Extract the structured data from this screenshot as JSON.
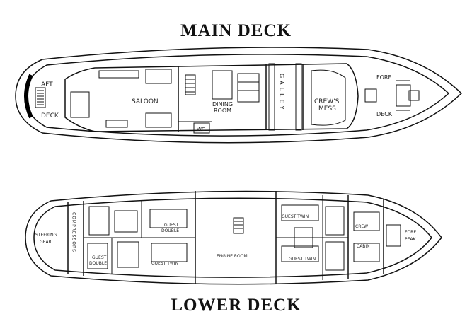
{
  "main_deck": {
    "title": "MAIN DECK",
    "labels": {
      "aft": "AFT",
      "aft_deck": "DECK",
      "saloon": "SALOON",
      "dining_1": "DINING",
      "dining_2": "ROOM",
      "galley": "GALLEY",
      "crews_1": "CREW'S",
      "crews_2": "MESS",
      "fore": "FORE",
      "fore_deck": "DECK",
      "wc": "WC"
    }
  },
  "lower_deck": {
    "title": "LOWER DECK",
    "labels": {
      "steering_1": "STEERING",
      "steering_2": "GEAR",
      "compressors": "COMPRESSORS",
      "guest_double_top_1": "GUEST",
      "guest_double_top_2": "DOUBLE",
      "guest_double_bottom_1": "GUEST",
      "guest_double_bottom_2": "DOUBLE",
      "guest_twin_left": "GUEST TWIN",
      "engine_room": "ENGINE ROOM",
      "guest_twin_top_right": "GUEST TWIN",
      "guest_twin_bottom_right": "GUEST TWIN",
      "crew_1": "CREW",
      "crew_2": "CABIN",
      "fore_1": "FORE",
      "fore_2": "PEAK"
    }
  }
}
